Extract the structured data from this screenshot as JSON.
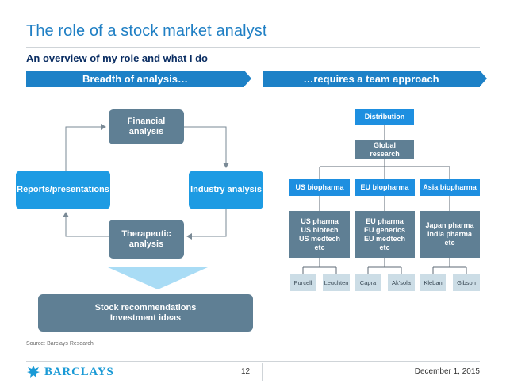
{
  "title": "The role of a stock market analyst",
  "subtitle": "An overview of my role and what I do",
  "banners": {
    "left": "Breadth of analysis…",
    "right": "…requires a team approach"
  },
  "cycle": {
    "financial": "Financial\nanalysis",
    "industry": "Industry analysis",
    "therapeutic": "Therapeutic\nanalysis",
    "reports": "Reports/presentations"
  },
  "outcome": "Stock recommendations\nInvestment ideas",
  "org": {
    "distribution": "Distribution",
    "global": "Global\nresearch",
    "regions": [
      "US biopharma",
      "EU biopharma",
      "Asia biopharma"
    ],
    "sectors": [
      "US pharma\nUS biotech\nUS medtech\netc",
      "EU pharma\nEU generics\nEU medtech\netc",
      "Japan pharma\nIndia pharma\netc"
    ],
    "analysts": [
      "Purcell",
      "Leuchten",
      "Capra",
      "Ak'sola",
      "Kleban",
      "Gibson"
    ]
  },
  "source": "Source: Barclays Research",
  "footer": {
    "logo_text": "BARCLAYS",
    "logo_icon": "eagle-icon",
    "page_number": "12",
    "date": "December 1, 2015"
  },
  "colors": {
    "accent": "#1d81c7",
    "box_blue": "#1d9be3",
    "box_gray": "#5f7f94",
    "analyst_fill": "#ccdde6",
    "title": "#1f7fc4",
    "subtitle": "#0b2e63"
  }
}
